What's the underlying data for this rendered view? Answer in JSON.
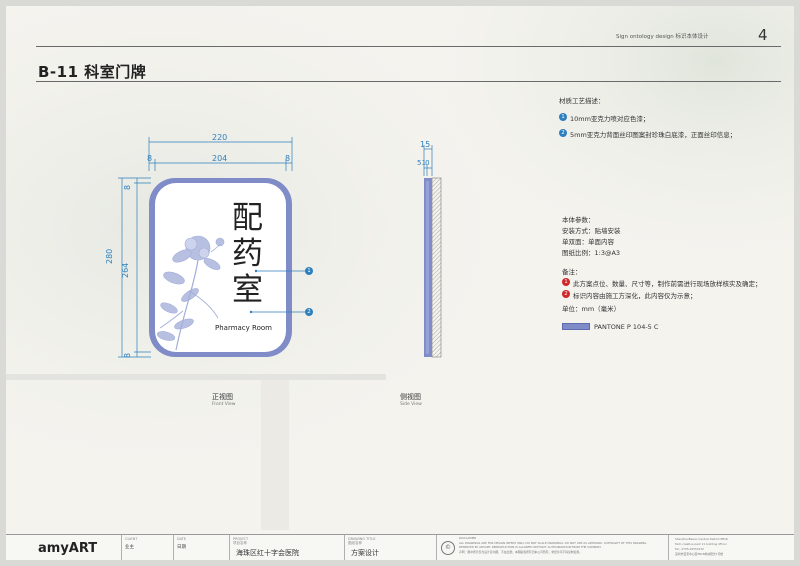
{
  "header": {
    "subtitle": "Sign ontology design 标识本体设计",
    "page_number": "4",
    "title": "B-11 科室门牌"
  },
  "front_view": {
    "sign_text_line1": "配",
    "sign_text_line2": "药",
    "sign_text_line3": "室",
    "sign_english": "Pharmacy Room",
    "dim_total_width": "220",
    "dim_margin_left": "8",
    "dim_inner_width": "204",
    "dim_margin_right": "8",
    "dim_total_height": "280",
    "dim_inner_height": "264",
    "dim_margin_top": "8",
    "dim_margin_bottom": "8",
    "callout_1": "1",
    "callout_2": "2",
    "label": "正视图",
    "label_en": "Front View"
  },
  "side_view": {
    "dim_thickness": "15",
    "dim_layers": "5 10",
    "label": "侧视图",
    "label_en": "Side View"
  },
  "specs": {
    "materials_title": "材质工艺描述：",
    "material_1_num": "1",
    "material_1": "10mm亚克力喷对应色漆；",
    "material_2_num": "2",
    "material_2": "5mm亚克力背面丝印图案封珍珠白底漆，正面丝印信息；",
    "params_title": "本体参数：",
    "install": "安装方式：贴墙安装",
    "single_double": "单双面：单面内容",
    "scale": "图纸比例：1:3@A3",
    "remarks_title": "备注：",
    "remark_1_num": "1",
    "remark_1": "此方案点位、数量、尺寸等，制作前需进行现场放样核实及确定；",
    "remark_2_num": "2",
    "remark_2": "标识内容由施工方深化，此内容仅为示意；",
    "unit": "单位：mm（毫米）",
    "pantone": "PANTONE P 104-5 C",
    "pantone_color": "#7f8cc8",
    "red_color": "#d0272a",
    "blue_color": "#2d7fbd"
  },
  "footer": {
    "logo": "amyART",
    "client_key": "CLIENT",
    "client_val": "业主",
    "date_key": "DATE",
    "date_val": "日期",
    "project_key": "PROJECT",
    "project_sub": "项目名称",
    "project_val": "海珠区红十字会医院",
    "drawing_key": "DRAWING TITLE",
    "drawing_sub": "图纸名称",
    "drawing_val": "方案设计",
    "disclaimer_key": "DISCLAIMER",
    "disclaimer_1": "ALL DRAWINGS ARE FOR DESIGN INTENT ONLY. DO NOT SCALE DRAWINGS. DO NOT USE AS ARTWORK. COPYRIGHT OF THIS DRAWING",
    "disclaimer_2": "RESERVED BY AMYART. REPRODUCTION IS ALLOWED WITHOUT AUTHORIZATION FROM THE COMPANY.",
    "disclaimer_3": "声明：图中所示仅为设计意向图，不在此量；本图版权所有归本公司所有，非经许可不得复制使用。",
    "company_1": "ShenzhenBaoan Central District PB18",
    "company_2": "Tech-creative park 11 building 4Floor",
    "company_3": "Tel：0755-29553132",
    "company_4": "深圳市宝安中心区PB18地块阳光1号楼"
  }
}
